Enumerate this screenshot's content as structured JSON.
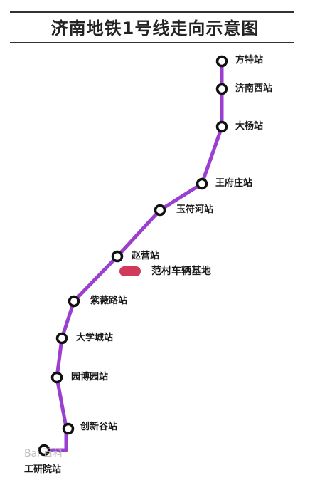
{
  "title": "济南地铁1号线走向示意图",
  "line_color": "#9b3fd1",
  "depot_color": "#d13a5a",
  "stations": [
    {
      "name": "方特站"
    },
    {
      "name": "济南西站"
    },
    {
      "name": "大杨站"
    },
    {
      "name": "王府庄站"
    },
    {
      "name": "玉符河站"
    },
    {
      "name": "赵营站"
    },
    {
      "name": "紫薇路站"
    },
    {
      "name": "大学城站"
    },
    {
      "name": "园博园站"
    },
    {
      "name": "创新谷站"
    },
    {
      "name": "工研院站"
    }
  ],
  "depot": {
    "name": "范村车辆基地"
  },
  "watermark": "Bai 百科"
}
